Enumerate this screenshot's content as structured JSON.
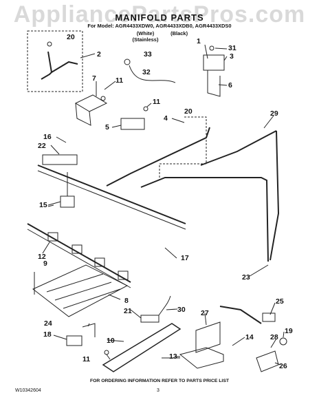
{
  "watermark": "AppliancePartsPros.com",
  "title": "MANIFOLD PARTS",
  "model_line": "For Model: AGR4433XDW0, AGR4433XDB0, AGR4433XDS0",
  "variants": [
    "(White)",
    "(Black)",
    "(Stainless)"
  ],
  "footer": "FOR ORDERING INFORMATION REFER TO PARTS PRICE LIST",
  "doc_number": "W10342604",
  "page_number": "3",
  "callouts": [
    "20",
    "2",
    "33",
    "32",
    "1",
    "31",
    "3",
    "6",
    "7",
    "11",
    "11",
    "5",
    "4",
    "20",
    "29",
    "16",
    "22",
    "15",
    "12",
    "9",
    "17",
    "23",
    "8",
    "21",
    "30",
    "27",
    "25",
    "24",
    "18",
    "10",
    "14",
    "19",
    "28",
    "11",
    "13",
    "26"
  ]
}
